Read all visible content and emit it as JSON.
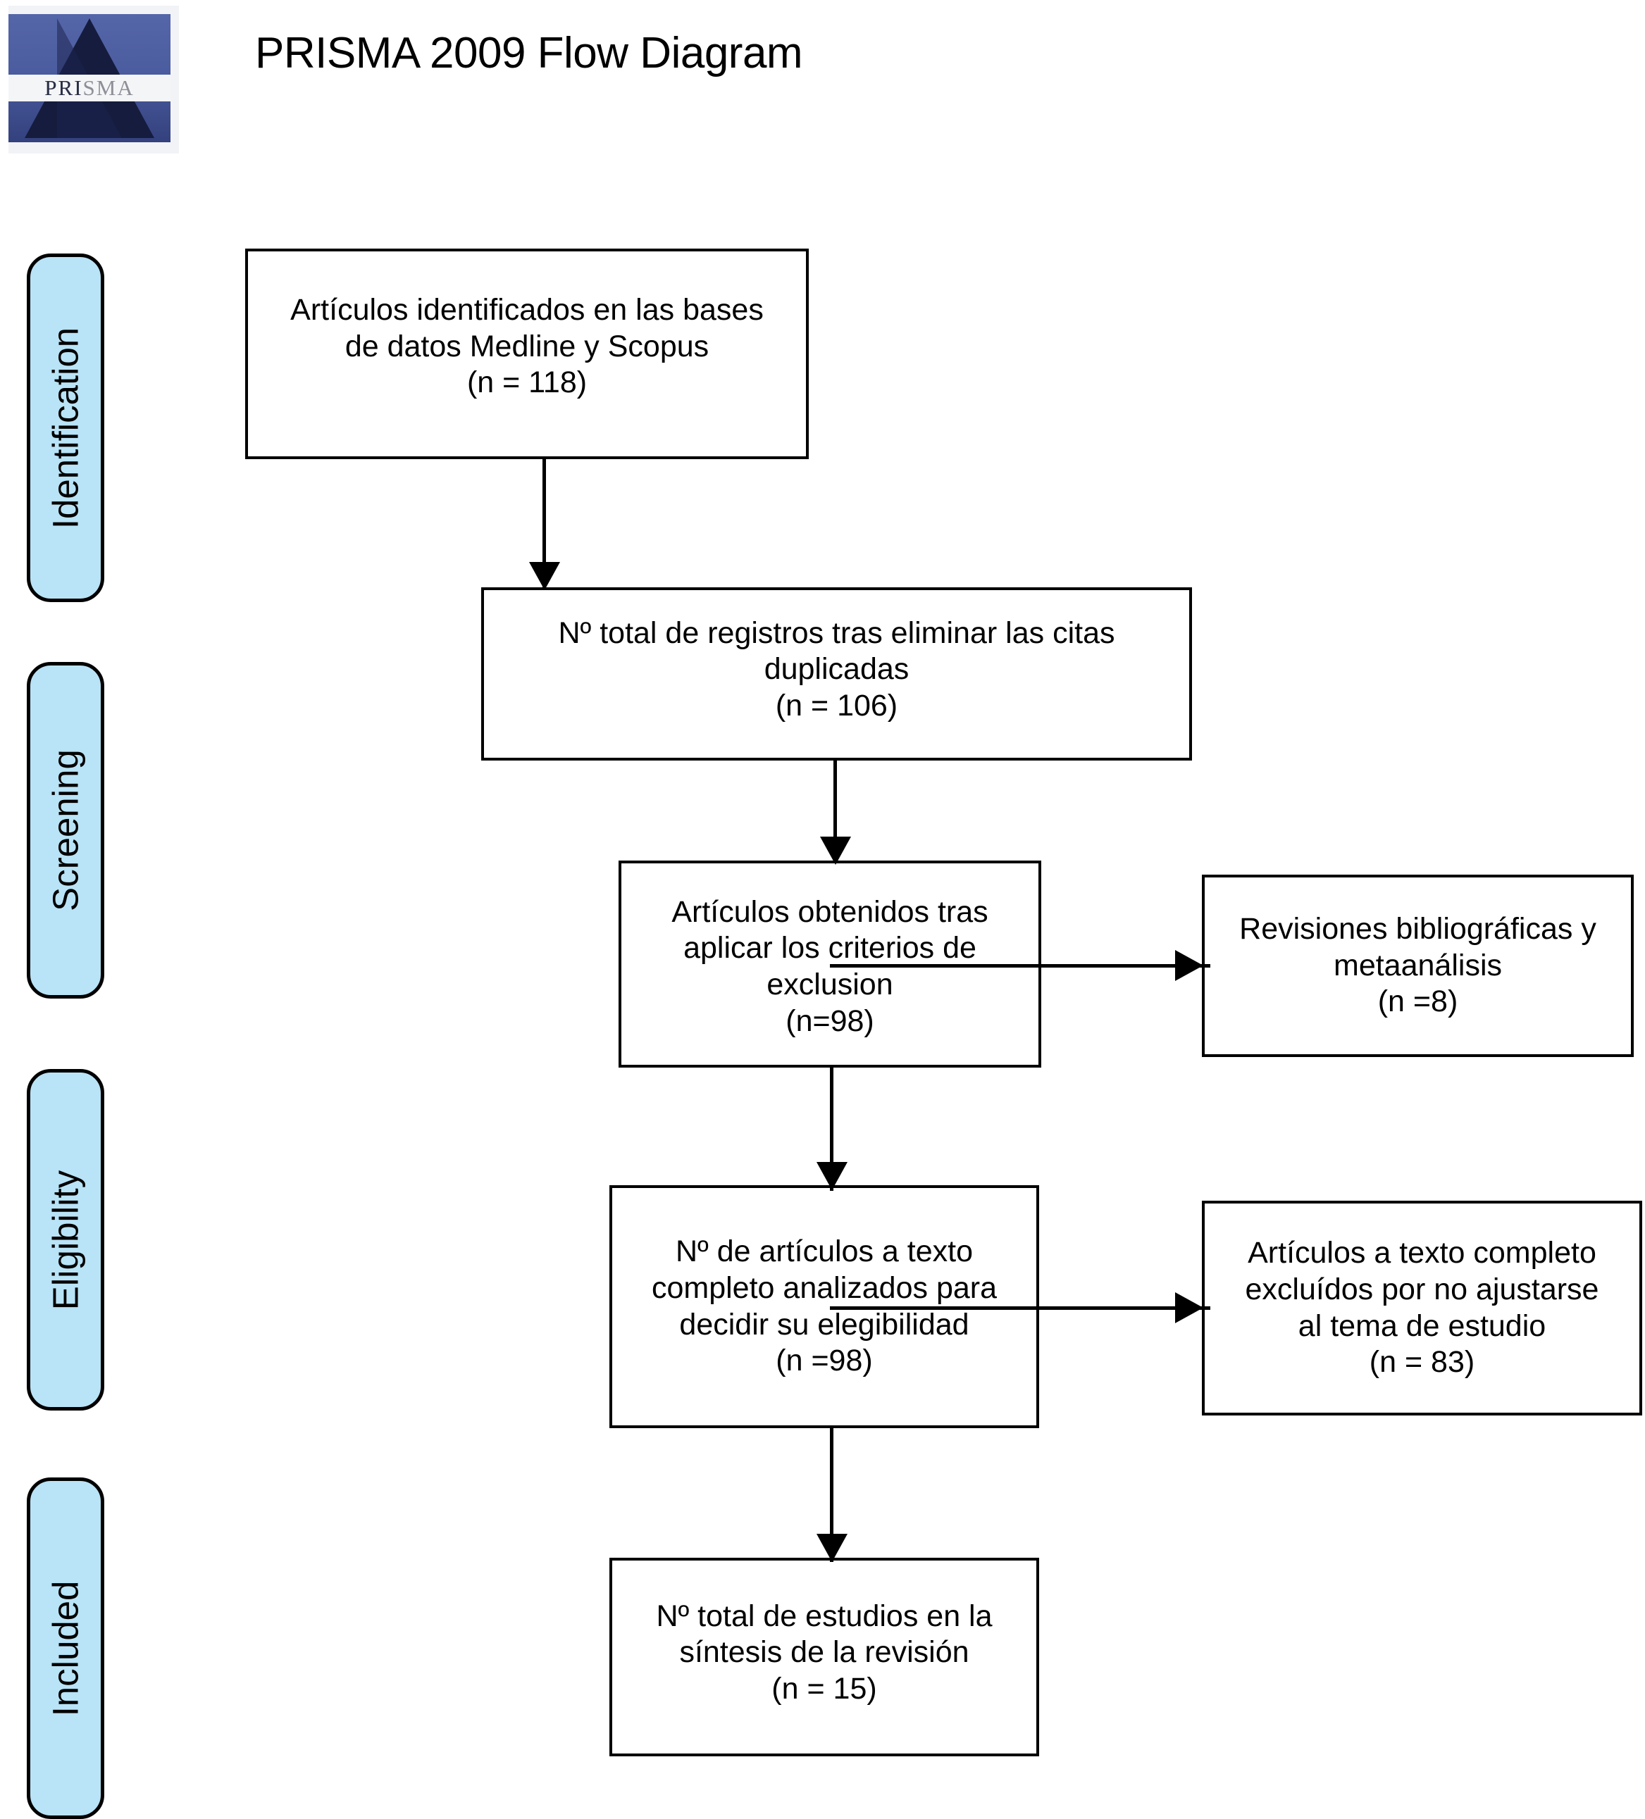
{
  "header": {
    "title": "PRISMA 2009 Flow Diagram",
    "logo": {
      "name": "prisma-logo",
      "wordmark": "PRISMA"
    }
  },
  "stages": [
    {
      "id": "identification",
      "label": "Identification"
    },
    {
      "id": "screening",
      "label": "Screening"
    },
    {
      "id": "eligibility",
      "label": "Eligibility"
    },
    {
      "id": "included",
      "label": "Included"
    }
  ],
  "boxes": {
    "identified": {
      "line1": "Artículos identificados en las bases",
      "line2": "de datos Medline y Scopus",
      "line3": "(n = 118)"
    },
    "deduplicated": {
      "line1": "Nº total de registros tras eliminar las citas",
      "line2": "duplicadas",
      "line3": "(n = 106)"
    },
    "exclusion": {
      "line1": "Artículos obtenidos tras",
      "line2": "aplicar los criterios de",
      "line3": "exclusion",
      "line4": "(n=98)"
    },
    "reviews": {
      "line1": "Revisiones bibliográficas y",
      "line2": "metaanálisis",
      "line3": "(n =8)"
    },
    "eligibility": {
      "line1": "Nº de artículos a texto",
      "line2": "completo analizados para",
      "line3": "decidir su elegibilidad",
      "line4": "(n =98)"
    },
    "excluded_topic": {
      "line1": "Artículos a texto completo",
      "line2": "excluídos por no ajustarse",
      "line3": "al tema de estudio",
      "line4": "(n = 83)"
    },
    "included": {
      "line1": "Nº total de estudios en la",
      "line2": "síntesis de la revisión",
      "line3": "(n = 15)"
    }
  },
  "chart_data": {
    "type": "diagram",
    "title": "PRISMA 2009 Flow Diagram",
    "nodes": [
      {
        "id": "identified",
        "stage": "Identification",
        "n": 118,
        "label": "Artículos identificados en las bases de datos Medline y Scopus"
      },
      {
        "id": "deduplicated",
        "stage": "Screening",
        "n": 106,
        "label": "Nº total de registros tras eliminar las citas duplicadas"
      },
      {
        "id": "exclusion",
        "stage": "Screening",
        "n": 98,
        "label": "Artículos obtenidos tras aplicar los criterios de exclusion"
      },
      {
        "id": "reviews",
        "stage": "Screening",
        "n": 8,
        "label": "Revisiones bibliográficas y metaanálisis"
      },
      {
        "id": "eligibility",
        "stage": "Eligibility",
        "n": 98,
        "label": "Nº de artículos a texto completo analizados para decidir su elegibilidad"
      },
      {
        "id": "excluded_topic",
        "stage": "Eligibility",
        "n": 83,
        "label": "Artículos a texto completo excluídos por no ajustarse al tema de estudio"
      },
      {
        "id": "included",
        "stage": "Included",
        "n": 15,
        "label": "Nº total de estudios en la síntesis de la revisión"
      }
    ],
    "edges": [
      {
        "from": "identified",
        "to": "deduplicated",
        "direction": "down"
      },
      {
        "from": "deduplicated",
        "to": "exclusion",
        "direction": "down"
      },
      {
        "from": "exclusion",
        "to": "reviews",
        "direction": "right"
      },
      {
        "from": "exclusion",
        "to": "eligibility",
        "direction": "down"
      },
      {
        "from": "eligibility",
        "to": "excluded_topic",
        "direction": "right"
      },
      {
        "from": "eligibility",
        "to": "included",
        "direction": "down"
      }
    ],
    "colors": {
      "stage_fill": "#b9e3f6",
      "stroke": "#000000",
      "box_fill": "#ffffff"
    }
  }
}
